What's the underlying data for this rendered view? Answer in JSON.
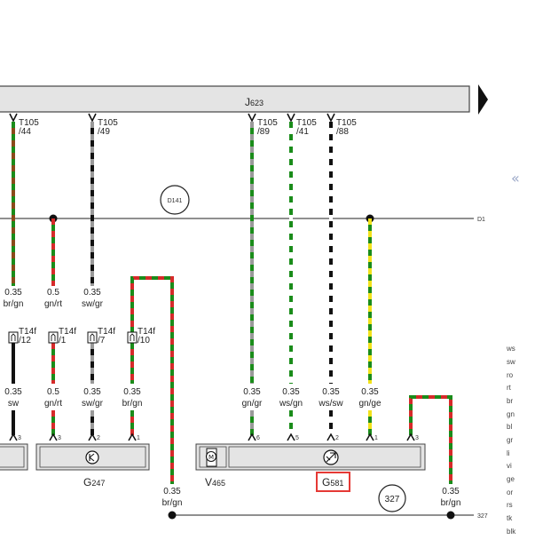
{
  "header": {
    "component": "J",
    "component_sub": "623"
  },
  "connector_main": [
    {
      "id": "t105-44",
      "name": "T105",
      "pin": "/44"
    },
    {
      "id": "t105-49",
      "name": "T105",
      "pin": "/49"
    },
    {
      "id": "t105-89",
      "name": "T105",
      "pin": "/89"
    },
    {
      "id": "t105-41",
      "name": "T105",
      "pin": "/41"
    },
    {
      "id": "t105-88",
      "name": "T105",
      "pin": "/88"
    }
  ],
  "connector_t14f": [
    {
      "id": "t14f-12",
      "name": "T14f",
      "pin": "/12"
    },
    {
      "id": "t14f-1",
      "name": "T14f",
      "pin": "/1"
    },
    {
      "id": "t14f-7",
      "name": "T14f",
      "pin": "/7"
    },
    {
      "id": "t14f-10",
      "name": "T14f",
      "pin": "/10"
    }
  ],
  "wire_labels_upper": [
    {
      "id": "w15",
      "size": "0.35",
      "color": "br/gn"
    },
    {
      "id": "w60",
      "size": "0.5",
      "color": "gn/rt"
    },
    {
      "id": "w104",
      "size": "0.35",
      "color": "sw/gr"
    }
  ],
  "wire_labels_lower": [
    {
      "id": "w15",
      "size": "0.35",
      "color": "sw"
    },
    {
      "id": "w60",
      "size": "0.5",
      "color": "gn/rt"
    },
    {
      "id": "w104",
      "size": "0.35",
      "color": "sw/gr"
    },
    {
      "id": "w149",
      "size": "0.35",
      "color": "br/gn"
    },
    {
      "id": "w284",
      "size": "0.35",
      "color": "gn/gr"
    },
    {
      "id": "w328",
      "size": "0.35",
      "color": "ws/gn"
    },
    {
      "id": "w373",
      "size": "0.35",
      "color": "ws/sw"
    },
    {
      "id": "w417",
      "size": "0.35",
      "color": "gn/ge"
    }
  ],
  "wire_labels_bottom": [
    {
      "id": "w194",
      "size": "0.35",
      "color": "br/gn"
    },
    {
      "id": "w508",
      "size": "0.35",
      "color": "br/gn"
    }
  ],
  "pins": [
    {
      "id": "w15",
      "num": "3"
    },
    {
      "id": "w60",
      "num": "3"
    },
    {
      "id": "w104",
      "num": "2"
    },
    {
      "id": "w149",
      "num": "1"
    },
    {
      "id": "w284",
      "num": "6"
    },
    {
      "id": "w328",
      "num": "5"
    },
    {
      "id": "w373",
      "num": "2"
    },
    {
      "id": "w417",
      "num": "1"
    },
    {
      "id": "w463",
      "num": "3"
    }
  ],
  "junction_d141": "D141",
  "bus_label_right": "D1",
  "ground_label": "327",
  "ground_ref": "327",
  "components": {
    "g247": {
      "main": "G",
      "sub": "247"
    },
    "v465": {
      "main": "V",
      "sub": "465"
    },
    "g581": {
      "main": "G",
      "sub": "581"
    }
  },
  "legend": [
    "ws",
    "sw",
    "ro",
    "rt",
    "br",
    "gn",
    "bl",
    "gr",
    "li",
    "vi",
    "ge",
    "or",
    "rs",
    "tk",
    "blk"
  ],
  "colors": {
    "green": "#1a8c1a",
    "red": "#d62a2a",
    "black": "#111111",
    "grey": "#9a9a9a",
    "white": "#ffffff",
    "yellow": "#f2e21a",
    "brown": "#8a4a1a",
    "highlight": "#e53935",
    "bar_fill": "#e4e4e4"
  }
}
